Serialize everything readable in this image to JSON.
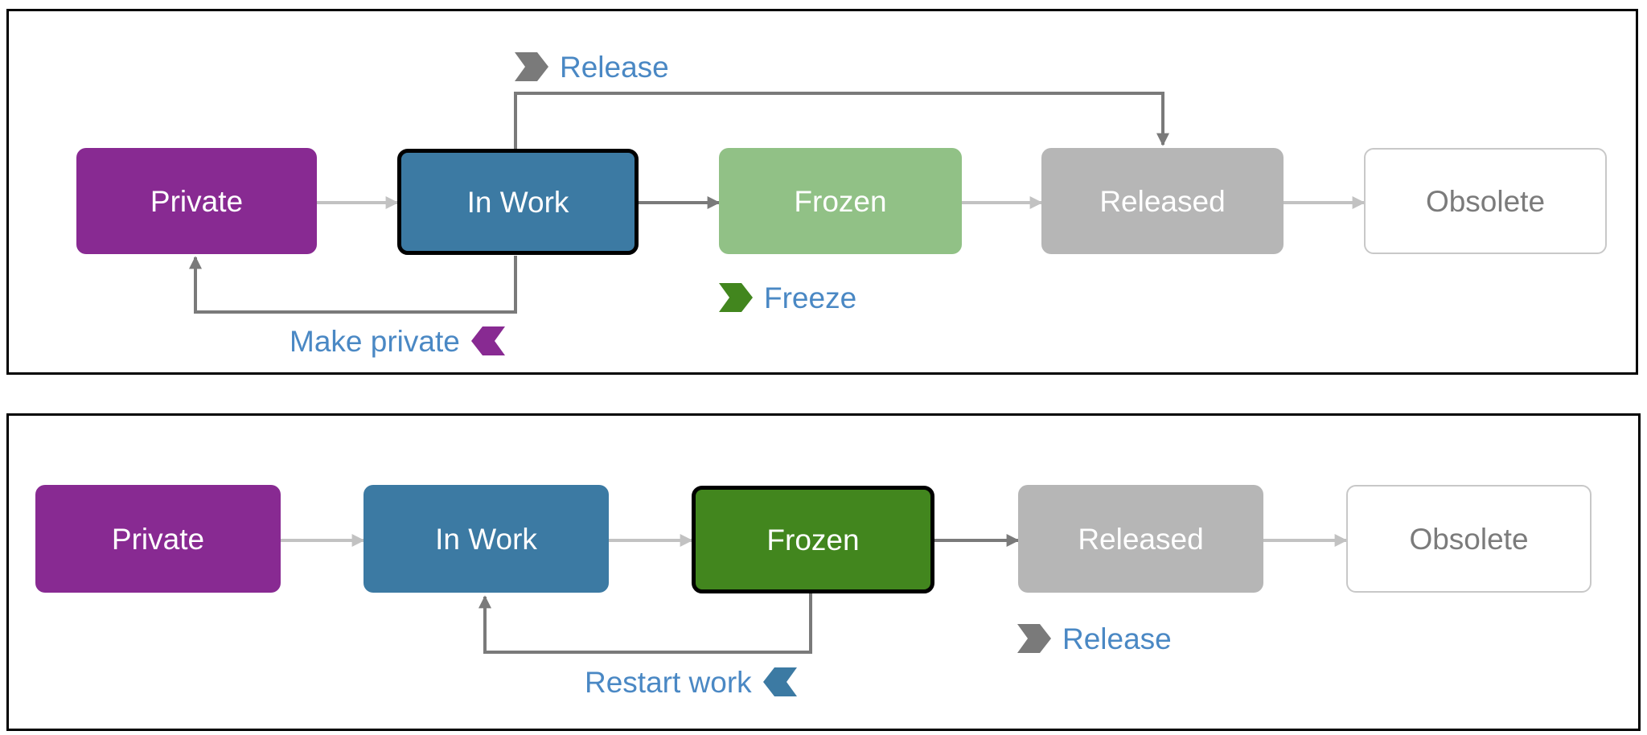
{
  "colors": {
    "private": "#882a92",
    "in_work": "#3c7aa3",
    "frozen_light": "#91c186",
    "frozen_dark": "#42861e",
    "released": "#b6b6b6",
    "obsolete_border": "#c8c8c8",
    "obsolete_text": "#7b7b7b",
    "action_text": "#4a88c4",
    "arrow_light": "#c2c2c2",
    "arrow_dark": "#7a7a7a",
    "current_border": "#000000"
  },
  "panels": [
    {
      "current_state": "In Work",
      "states": [
        {
          "label": "Private",
          "color": "#882a92",
          "text_color": "#ffffff"
        },
        {
          "label": "In Work",
          "color": "#3c7aa3",
          "text_color": "#ffffff"
        },
        {
          "label": "Frozen",
          "color": "#91c186",
          "text_color": "#ffffff"
        },
        {
          "label": "Released",
          "color": "#b6b6b6",
          "text_color": "#ffffff"
        },
        {
          "label": "Obsolete",
          "color": "#ffffff",
          "text_color": "#7b7b7b"
        }
      ],
      "actions": [
        {
          "label": "Release",
          "icon": "chevron-forward-icon",
          "icon_color": "#7a7a7a"
        },
        {
          "label": "Freeze",
          "icon": "chevron-forward-icon",
          "icon_color": "#42861e"
        },
        {
          "label": "Make private",
          "icon": "chevron-back-icon",
          "icon_color": "#882a92"
        }
      ]
    },
    {
      "current_state": "Frozen",
      "states": [
        {
          "label": "Private",
          "color": "#882a92",
          "text_color": "#ffffff"
        },
        {
          "label": "In Work",
          "color": "#3c7aa3",
          "text_color": "#ffffff"
        },
        {
          "label": "Frozen",
          "color": "#42861e",
          "text_color": "#ffffff"
        },
        {
          "label": "Released",
          "color": "#b6b6b6",
          "text_color": "#ffffff"
        },
        {
          "label": "Obsolete",
          "color": "#ffffff",
          "text_color": "#7b7b7b"
        }
      ],
      "actions": [
        {
          "label": "Release",
          "icon": "chevron-forward-icon",
          "icon_color": "#7a7a7a"
        },
        {
          "label": "Restart work",
          "icon": "chevron-back-icon",
          "icon_color": "#3c7aa3"
        }
      ]
    }
  ]
}
